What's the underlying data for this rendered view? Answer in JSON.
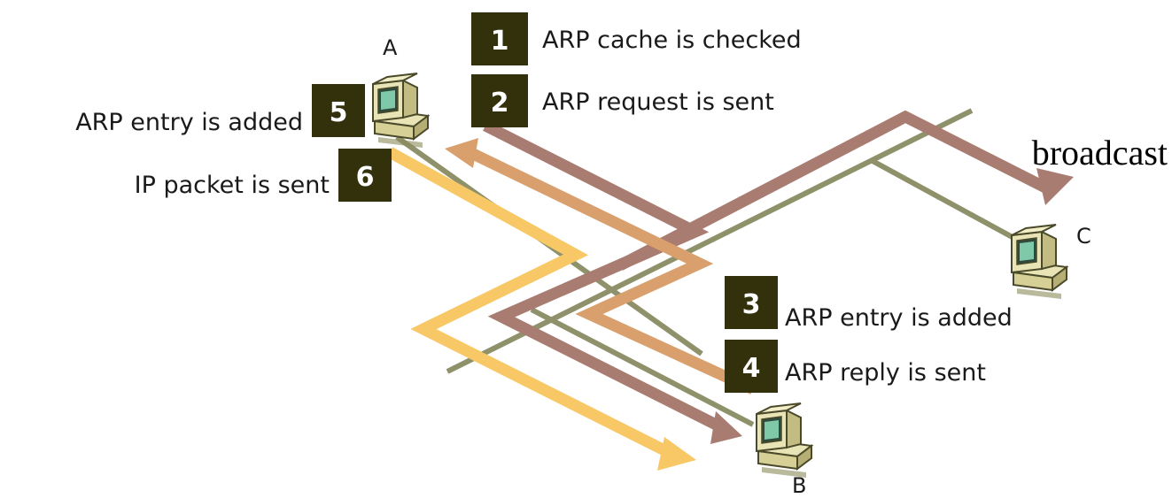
{
  "diagram": {
    "colors": {
      "request": "#a97c72",
      "reply": "#d9a06e",
      "packet": "#f8c866",
      "network": "#8f916a",
      "badge": "#33300c"
    },
    "nodes": {
      "a": {
        "label": "A",
        "icon": "computer-icon"
      },
      "b": {
        "label": "B",
        "icon": "computer-icon"
      },
      "c": {
        "label": "C",
        "icon": "computer-icon"
      }
    },
    "steps": [
      {
        "number": "1",
        "text": "ARP cache is checked"
      },
      {
        "number": "2",
        "text": "ARP request is sent"
      },
      {
        "number": "3",
        "text": "ARP entry is added"
      },
      {
        "number": "4",
        "text": "ARP reply is sent"
      },
      {
        "number": "5",
        "text": "ARP entry is added"
      },
      {
        "number": "6",
        "text": "IP packet is sent"
      }
    ],
    "broadcast_label": "broadcast"
  }
}
